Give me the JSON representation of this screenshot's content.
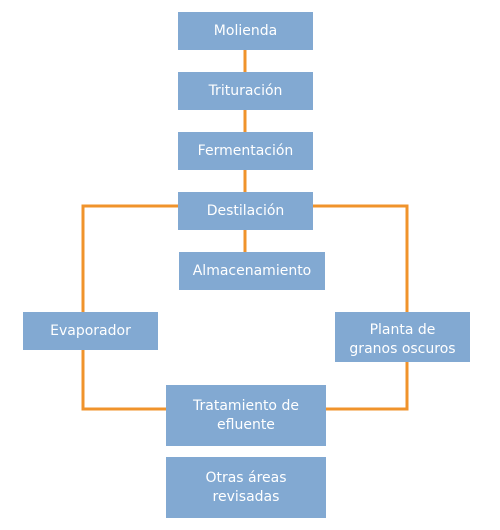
{
  "diagram": {
    "colors": {
      "box_fill": "#82a9d2",
      "box_text": "#ffffff",
      "connector": "#f0932b"
    },
    "nodes": {
      "molienda": "Molienda",
      "trituracion": "Trituración",
      "fermentacion": "Fermentación",
      "destilacion": "Destilación",
      "almacenamiento": "Almacenamiento",
      "evaporador": "Evaporador",
      "planta_line1": "Planta de",
      "planta_line2": "granos oscuros",
      "efluente_line1": "Tratamiento de",
      "efluente_line2": "efluente",
      "otras_line1": "Otras áreas",
      "otras_line2": "revisadas"
    }
  }
}
